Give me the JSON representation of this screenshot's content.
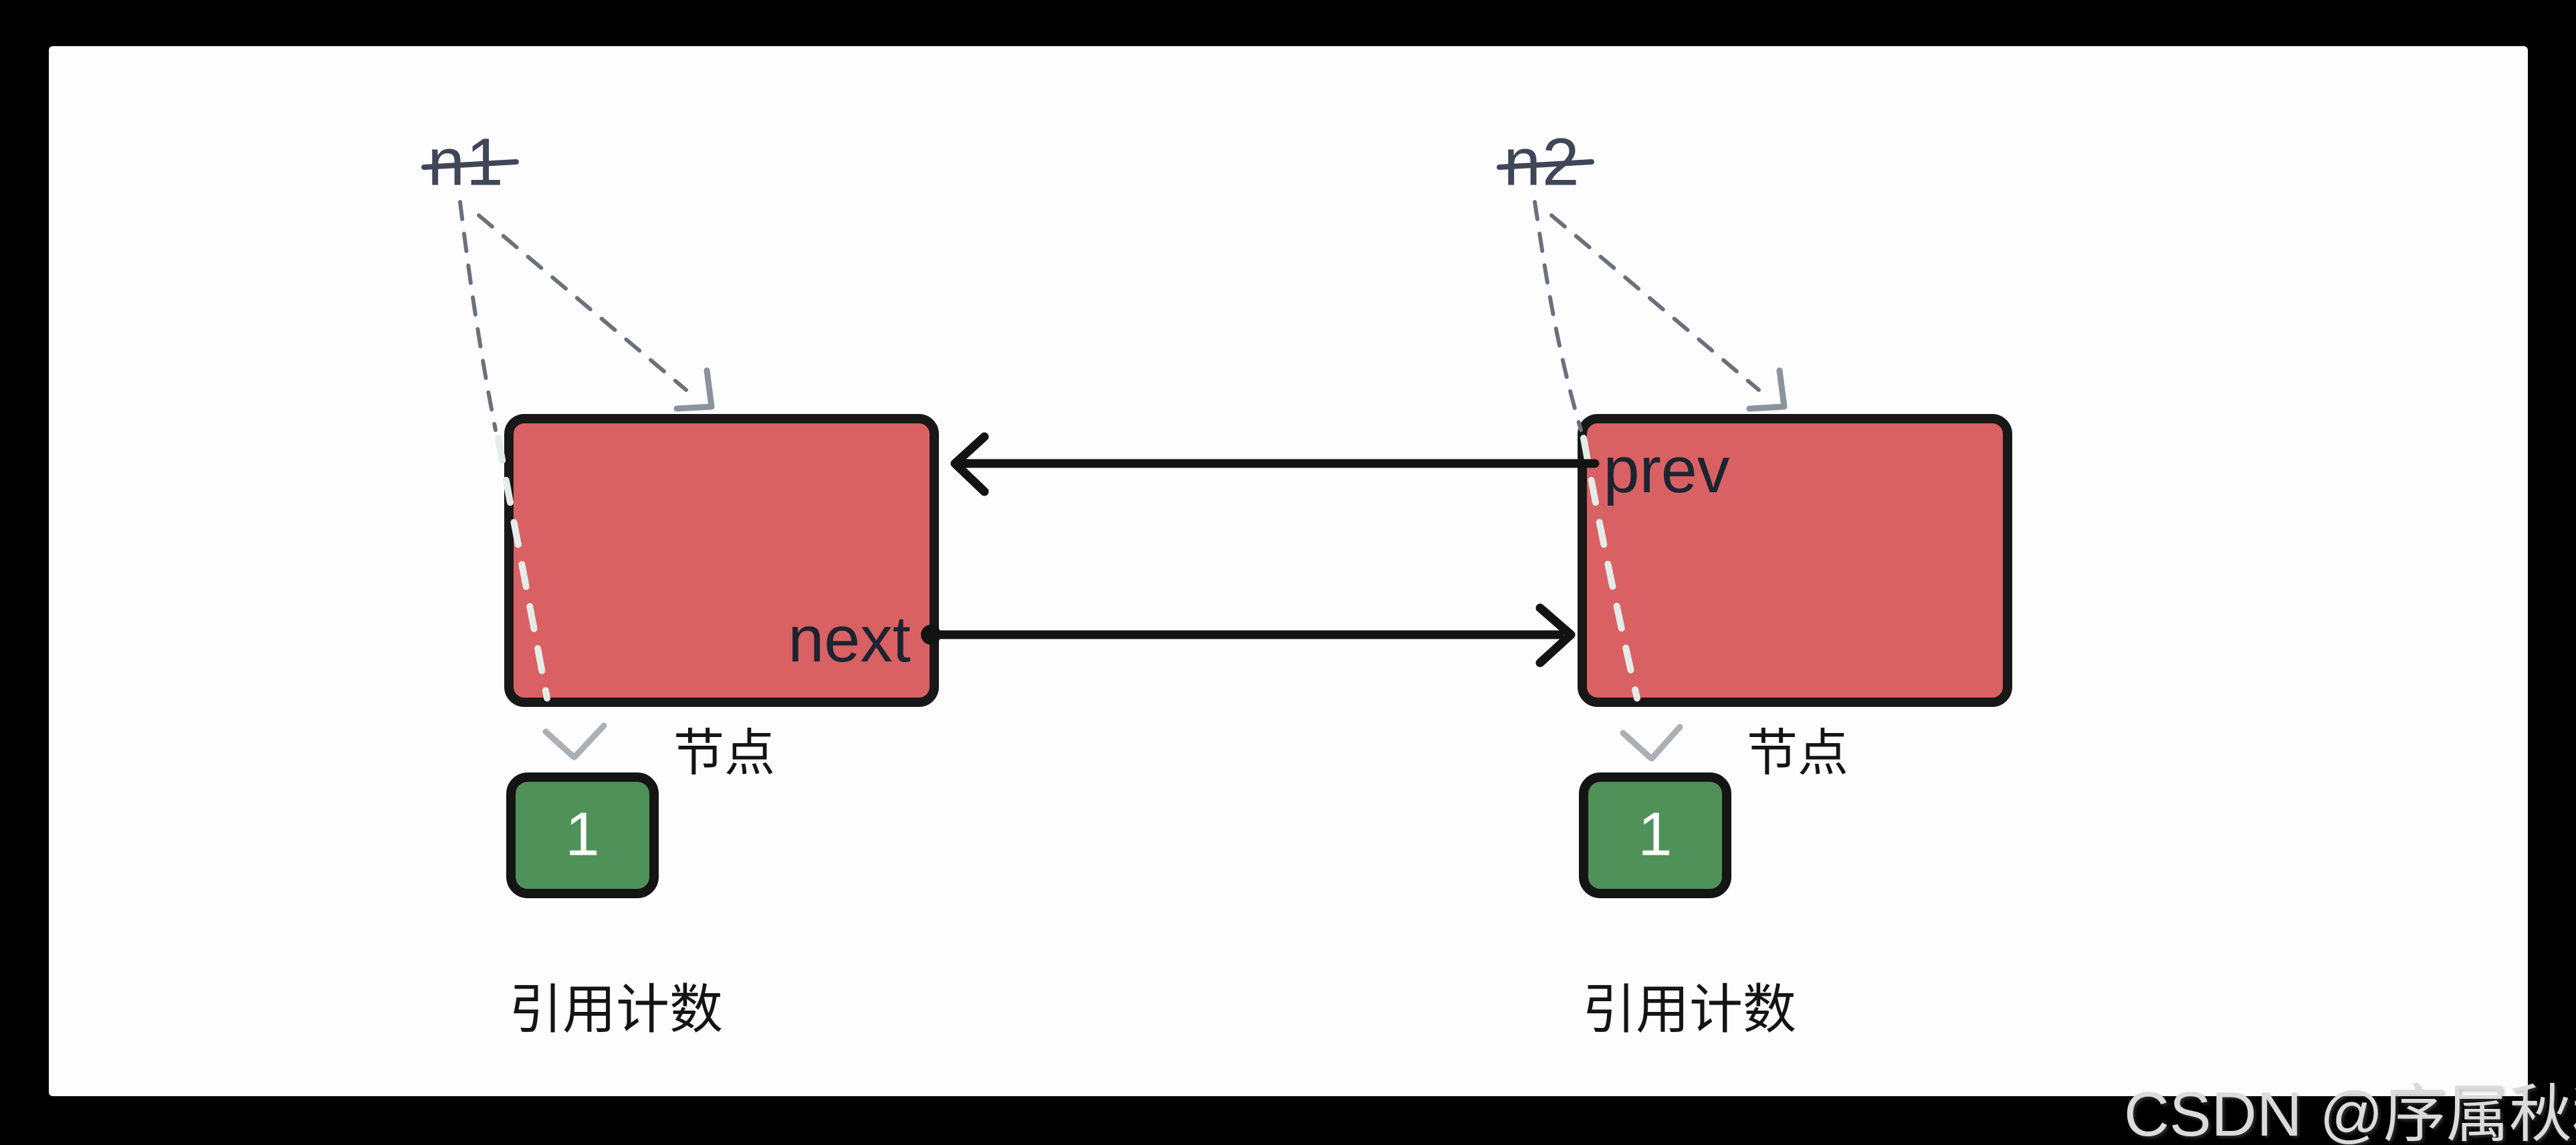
{
  "colors": {
    "background": "#000000",
    "panel": "#fdfdfd",
    "node_fill": "#d96163",
    "node_border": "#181818",
    "counter_fill": "#4f9159",
    "counter_border": "#141414",
    "counter_text": "#ffffff",
    "pointer_label": "#3f4656",
    "field_label": "#1b2430",
    "caption": "#141414",
    "arrow": "#131313",
    "dashed": "#6b717c",
    "watermark": "#dbdbdb"
  },
  "left": {
    "pointer_label": "n1",
    "pointer_struck_out": true,
    "field_label": "next",
    "node_caption": "节点",
    "ref_count_value": "1",
    "ref_count_caption": "引用计数"
  },
  "right": {
    "pointer_label": "n2",
    "pointer_struck_out": true,
    "field_label": "prev",
    "node_caption": "节点",
    "ref_count_value": "1",
    "ref_count_caption": "引用计数"
  },
  "watermark": {
    "text": "CSDN @序属秋秋秋"
  }
}
